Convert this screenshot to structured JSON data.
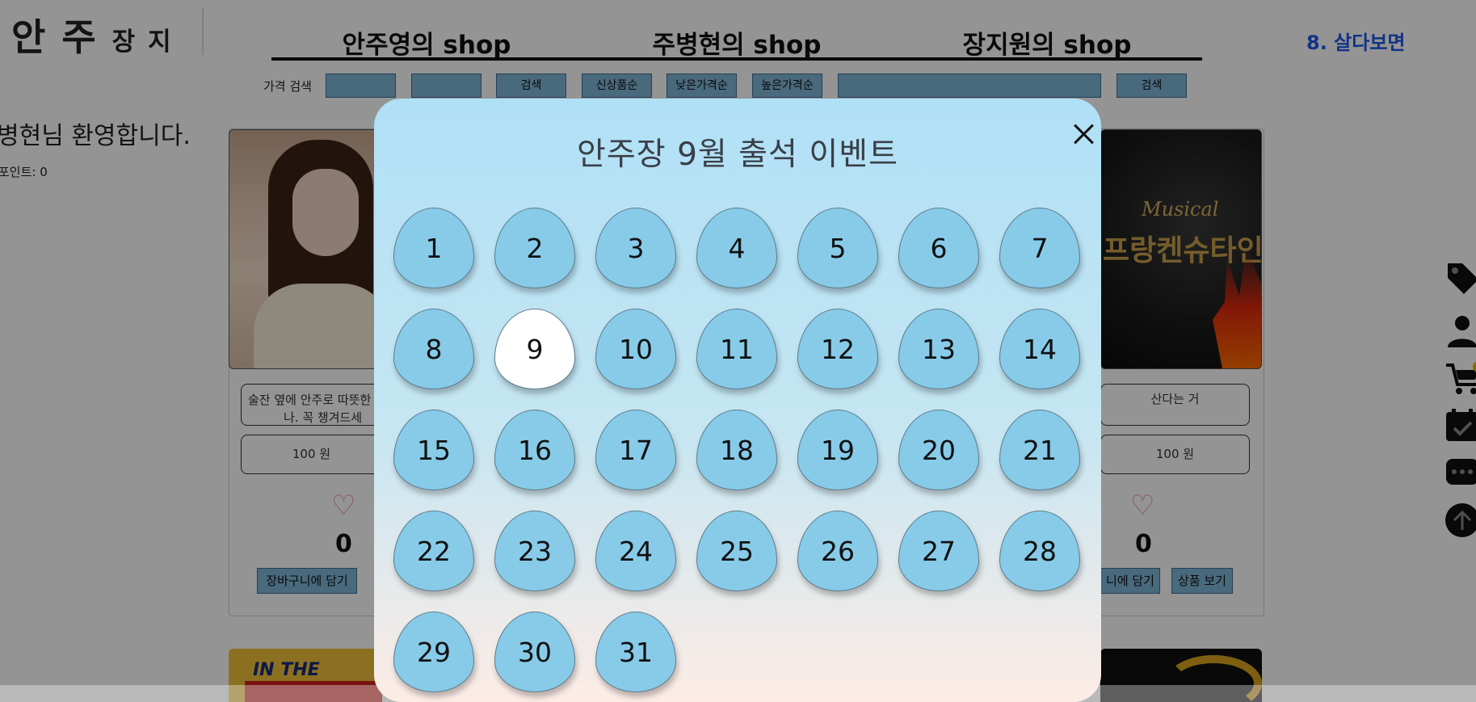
{
  "logo": {
    "main": "안주",
    "sub": "장지"
  },
  "nav": {
    "items": [
      "안주영의 shop",
      "주병현의 shop",
      "장지원의 shop"
    ],
    "right_link": "8. 살다보면"
  },
  "search": {
    "price_label": "가격 검색",
    "search_btn": "검색",
    "sort_new": "신상품순",
    "sort_low": "낮은가격순",
    "sort_high": "높은가격순",
    "search_btn2": "검색"
  },
  "user": {
    "welcome": "병현님 환영합니다.",
    "points": "포인트: 0"
  },
  "products": {
    "left": {
      "desc_line1": "술잔 옆에 안주로 따뜻한",
      "desc_line2": "나. 꼭 챙겨드세",
      "price": "100 원",
      "likes": "0",
      "cart_btn": "장바구니에 담기"
    },
    "right": {
      "image_text_small": "Musical",
      "image_text_big": "프랑켄슈타인",
      "desc": "산다는 거",
      "price": "100 원",
      "likes": "0",
      "cart_btn": "니에 담기",
      "view_btn": "상품 보기"
    },
    "bottom_left_image_text": "IN THE"
  },
  "side_icons": [
    "tag-icon",
    "user-icon",
    "cart-icon",
    "calendar-check-icon",
    "more-icon",
    "arrow-up-icon"
  ],
  "modal": {
    "title": "안주장 9월 출석 이벤트",
    "days": [
      "1",
      "2",
      "3",
      "4",
      "5",
      "6",
      "7",
      "8",
      "9",
      "10",
      "11",
      "12",
      "13",
      "14",
      "15",
      "16",
      "17",
      "18",
      "19",
      "20",
      "21",
      "22",
      "23",
      "24",
      "25",
      "26",
      "27",
      "28",
      "29",
      "30",
      "31"
    ],
    "checked_days": [
      "9"
    ],
    "colors": {
      "day": "#87cbe9",
      "checked_day": "#ffffff",
      "top": "#b0e0f6",
      "bottom": "#fdece6"
    }
  }
}
